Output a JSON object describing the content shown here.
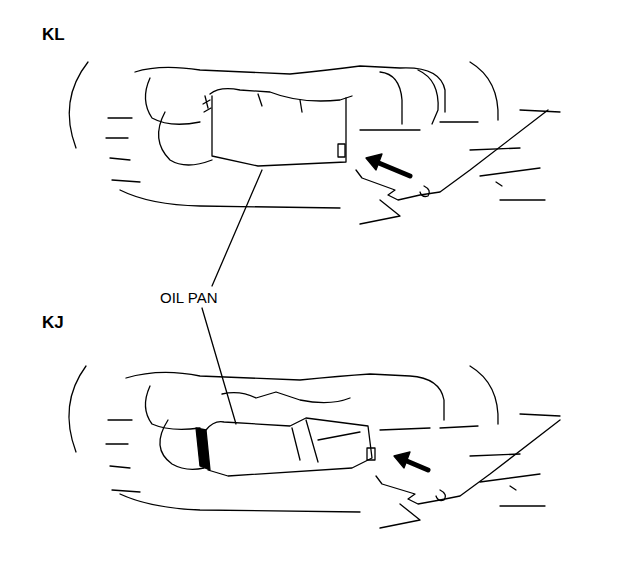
{
  "diagram": {
    "labels": [
      "KL",
      "OIL PAN",
      "KJ"
    ]
  }
}
